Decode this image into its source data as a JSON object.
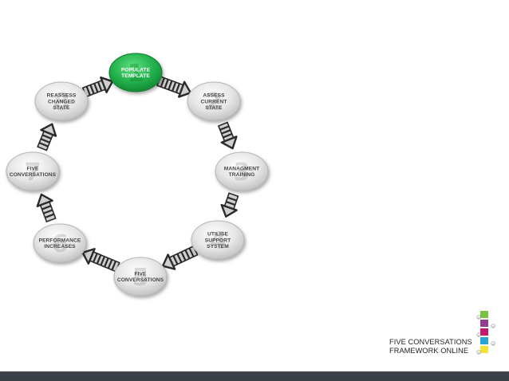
{
  "cycle": {
    "steps": [
      {
        "number": "1",
        "label_lines": [
          "POPULATE",
          "TEMPLATE"
        ],
        "active": true
      },
      {
        "number": "2",
        "label_lines": [
          "ASSESS",
          "CURRENT",
          "STATE"
        ],
        "active": false
      },
      {
        "number": "3",
        "label_lines": [
          "MANAGMENT",
          "TRAINING"
        ],
        "active": false
      },
      {
        "number": "4",
        "label_lines": [
          "UTILISE",
          "SUPPORT",
          "SYSTEM"
        ],
        "active": false
      },
      {
        "number": "5",
        "label_lines": [
          "FIVE",
          "CONVERSATIONS"
        ],
        "active": false
      },
      {
        "number": "6",
        "label_lines": [
          "PERFORMANCE",
          "INCREASES"
        ],
        "active": false
      },
      {
        "number": "7",
        "label_lines": [
          "FIVE",
          "CONVERSATIONS"
        ],
        "active": false
      },
      {
        "number": "8",
        "label_lines": [
          "REASSESS",
          "CHANGED",
          "STATE"
        ],
        "active": false
      }
    ],
    "colors": {
      "active_node": "#22b24c",
      "inactive_node": "#e4e4e4",
      "arrow_dark": "#2a2a2a",
      "arrow_light": "#cfcfcf"
    }
  },
  "brand": {
    "line1": "FIVE CONVERSATIONS",
    "line2": "FRAMEWORK ONLINE",
    "bar_colors": [
      "#7dc142",
      "#8e3f8e",
      "#c0186a",
      "#2aa3d6",
      "#f4e23b"
    ],
    "person_icon": "person-icon"
  }
}
